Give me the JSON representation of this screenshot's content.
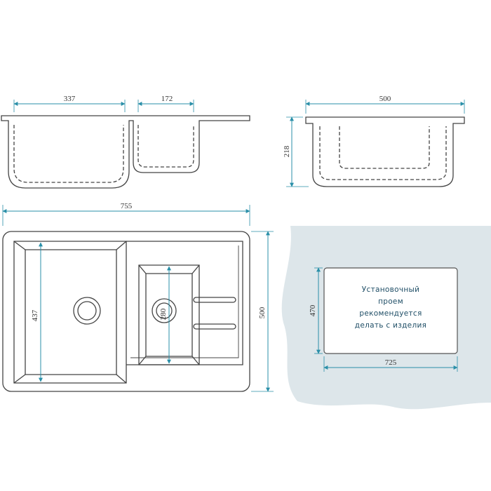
{
  "dimensions": {
    "bowl_large_width": "337",
    "bowl_small_width": "172",
    "sink_depth_side": "500",
    "sink_height": "218",
    "overall_width": "755",
    "bowl_large_length": "437",
    "bowl_small_length": "280",
    "overall_depth": "500",
    "cutout_height": "470",
    "cutout_width": "725"
  },
  "cutout_note": {
    "line1": "Установочный",
    "line2": "проем",
    "line3": "рекомендуется",
    "line4": "делать с изделия"
  },
  "colors": {
    "dimension_line": "#2a8fa8",
    "outline": "#444444",
    "countertop": "#dde6ea",
    "note_text": "#1f4e66"
  }
}
